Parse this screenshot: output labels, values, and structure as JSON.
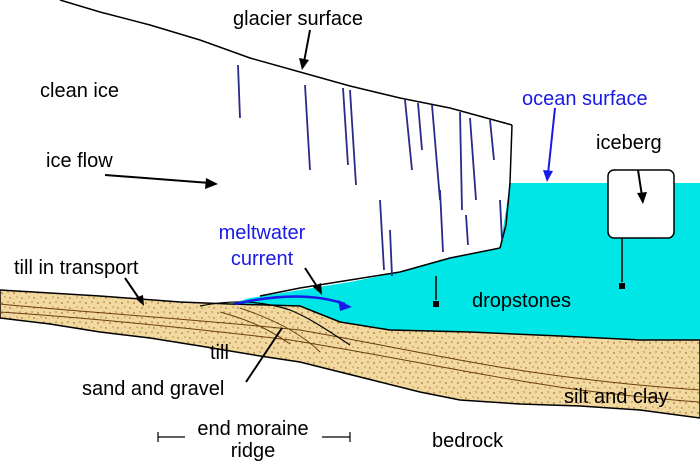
{
  "labels": {
    "glacier_surface": "glacier surface",
    "clean_ice": "clean ice",
    "ocean_surface": "ocean surface",
    "iceberg": "iceberg",
    "ice_flow": "ice flow",
    "meltwater_current_line1": "meltwater",
    "meltwater_current_line2": "current",
    "till_in_transport": "till in transport",
    "dropstones": "dropstones",
    "till": "till",
    "sand_and_gravel": "sand and gravel",
    "silt_and_clay": "silt and clay",
    "end_moraine_ridge_line1": "end moraine",
    "end_moraine_ridge_line2": "ridge",
    "bedrock": "bedrock"
  },
  "colors": {
    "ice": "#ffffff",
    "ocean": "#00e5e5",
    "sediment": "#f2d9a0",
    "sediment_dark": "#c08a40",
    "outline": "#000000",
    "crevasse": "#2a2a8a",
    "blue_label": "#1a1ae6"
  }
}
